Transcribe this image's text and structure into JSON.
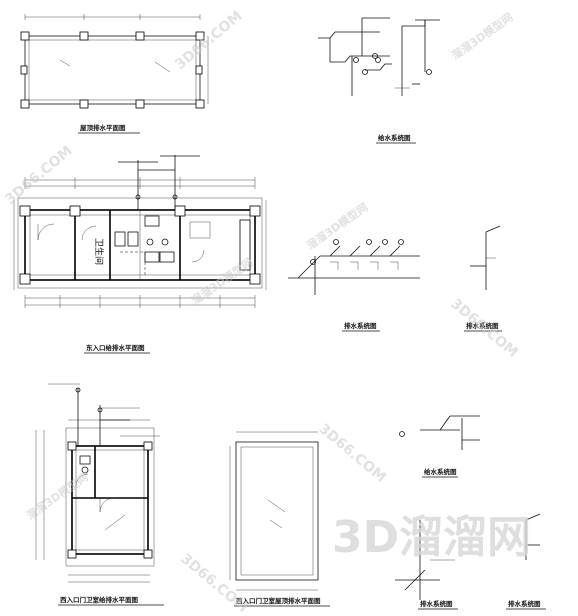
{
  "drawing_titles": {
    "roof_drainage_plan": "屋顶排水平面图",
    "supply_system": "给水系统图",
    "east_entrance_plan": "东入口给排水平面图",
    "drain_system_a": "排水系统图",
    "drain_system_b": "排水系统图",
    "west_entrance_plan": "西入口门卫室给排水平面图",
    "west_entrance_roof_plan": "西入口门卫室屋顶排水平面图",
    "supply_system_b": "给水系统图",
    "drain_system_c": "排水系统图",
    "drain_system_d": "排水系统图"
  },
  "room_labels": {
    "sanitary_room": "卫生间"
  },
  "watermarks": {
    "brand_big": "3D溜溜网",
    "site": "3D66.COM",
    "site_cn": "溜溜3D模型网"
  },
  "colors": {
    "ink": "#111111",
    "watermark": "#c9c9c9"
  }
}
